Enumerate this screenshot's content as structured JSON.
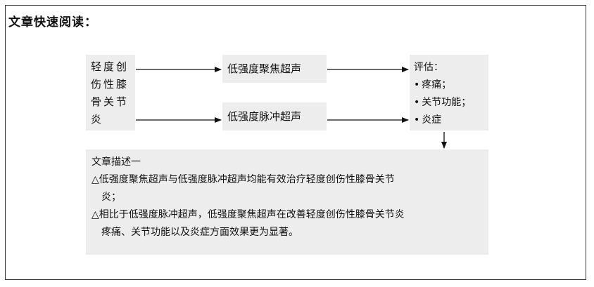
{
  "heading": "文章快速阅读：",
  "condition": {
    "lines": [
      "轻度创",
      "伤性膝",
      "骨关节",
      "炎"
    ]
  },
  "methods": [
    "低强度聚焦超声",
    "低强度脉冲超声"
  ],
  "evaluation": {
    "title": "评估：",
    "bullet": "•",
    "items": [
      "疼痛；",
      "关节功能；",
      "炎症"
    ]
  },
  "summary": {
    "title": "文章描述一",
    "points": [
      {
        "lines": [
          "△低强度聚焦超声与低强度脉冲超声均能有效治疗轻度创伤性膝骨关节",
          "炎；"
        ]
      },
      {
        "lines": [
          "△相比于低强度脉冲超声，低强度聚焦超声在改善轻度创伤性膝骨关节炎",
          "疼痛、关节功能以及炎症方面效果更为显著。"
        ]
      }
    ]
  },
  "colors": {
    "box_fill": "#ededed",
    "border": "#333333",
    "text": "#111111"
  }
}
